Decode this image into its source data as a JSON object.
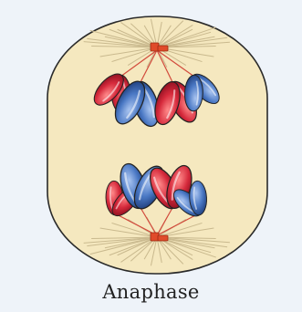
{
  "caption": "Anaphase",
  "colors": {
    "background": "#eef3f9",
    "cell_fill": "#f5e8bf",
    "cell_outline": "#2a2a2a",
    "spindle": "#c9b98e",
    "centrosome": "#e04b2a",
    "kinetochore_fiber": "#d24a3c",
    "red_chromatid": "#cf2538",
    "blue_chromatid": "#3f6fbe"
  },
  "structures": {
    "cell": "cell-membrane",
    "centrosomes": [
      "centrosome-top",
      "centrosome-bottom"
    ],
    "chromosome_groups": [
      "chromosome-group-top",
      "chromosome-group-bottom"
    ]
  }
}
